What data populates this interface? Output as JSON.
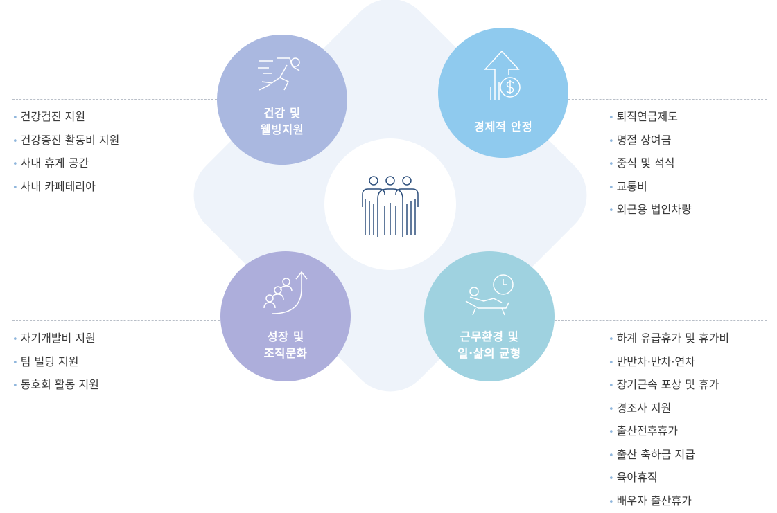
{
  "colors": {
    "health": "#aab8e0",
    "economy": "#8fcaee",
    "growth": "#adaedb",
    "worklife": "#9fd2e0",
    "background_diamond": "#eef3fa",
    "icon_center": "#2d4f7c",
    "bullet": "#8fb6dc"
  },
  "center": {
    "icon": "people-group-icon"
  },
  "categories": {
    "health": {
      "icon": "running-person-icon",
      "title_lines": [
        "건강 및",
        "웰빙지원"
      ],
      "items": [
        "건강검진 지원",
        "건강증진 활동비 지원",
        "사내 휴게 공간",
        "사내 카페테리아"
      ]
    },
    "economy": {
      "icon": "arrow-up-dollar-icon",
      "title_lines": [
        "경제적 안정"
      ],
      "items": [
        "퇴직연금제도",
        "명절 상여금",
        "중식 및 석식",
        "교통비",
        "외근용 법인차량"
      ]
    },
    "growth": {
      "icon": "people-growth-arrow-icon",
      "title_lines": [
        "성장 및",
        "조직문화"
      ],
      "items": [
        "자기개발비 지원",
        "팀 빌딩 지원",
        "동호회 활동 지원"
      ]
    },
    "worklife": {
      "icon": "relaxing-clock-icon",
      "title_lines": [
        "근무환경 및",
        "일·삶의 균형"
      ],
      "items": [
        "하계 유급휴가 및 휴가비",
        "반반차·반차·연차",
        "장기근속 포상 및 휴가",
        "경조사 지원",
        "출산전후휴가",
        "출산 축하금 지급",
        "육아휴직",
        "배우자 출산휴가"
      ]
    }
  }
}
